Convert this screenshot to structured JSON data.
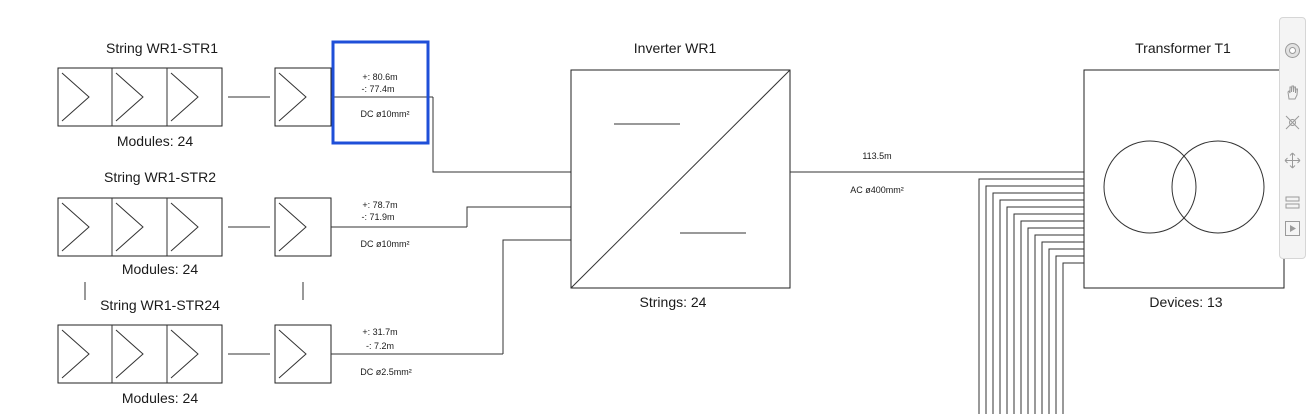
{
  "strings": [
    {
      "title": "String WR1-STR1",
      "modules": "Modules: 24",
      "plus": "+: 80.6m",
      "minus": "-: 77.4m",
      "cable": "DC ø10mm²"
    },
    {
      "title": "String WR1-STR2",
      "modules": "Modules: 24",
      "plus": "+: 78.7m",
      "minus": "-: 71.9m",
      "cable": "DC ø10mm²"
    },
    {
      "title": "String WR1-STR24",
      "modules": "Modules: 24",
      "plus": "+: 31.7m",
      "minus": "-: 7.2m",
      "cable": "DC ø2.5mm²"
    }
  ],
  "inverter": {
    "title": "Inverter WR1",
    "footer": "Strings: 24"
  },
  "ac_cable": {
    "length": "113.5m",
    "spec": "AC ø400mm²"
  },
  "transformer": {
    "title": "Transformer T1",
    "footer": "Devices: 13"
  },
  "toolbar": {
    "icons": [
      "compass-icon",
      "hand-icon",
      "crosshair-icon",
      "move-icon",
      "layers-icon",
      "play-icon"
    ]
  },
  "colors": {
    "selection": "#1f4fd8",
    "line": "#333333"
  }
}
